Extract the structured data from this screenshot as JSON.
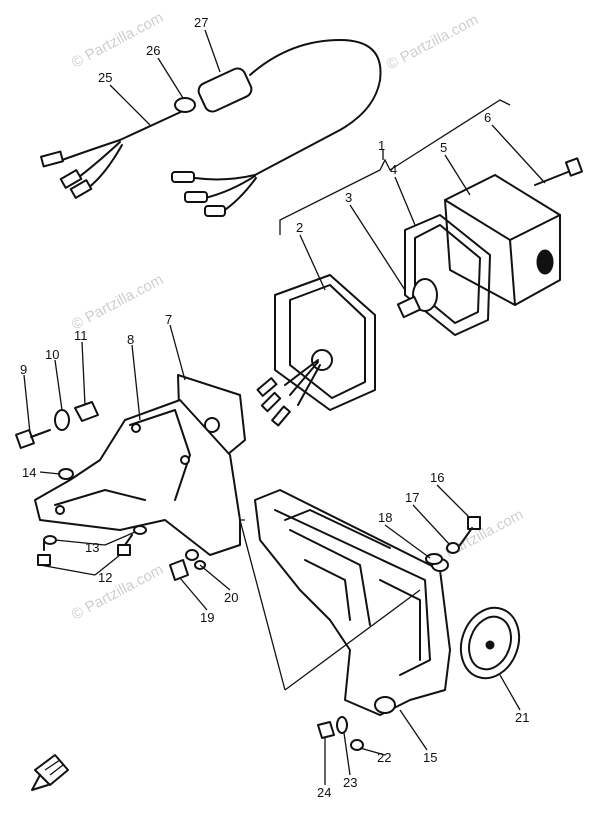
{
  "watermark": "© Partzilla.com",
  "callouts": [
    "1",
    "2",
    "3",
    "4",
    "5",
    "6",
    "7",
    "8",
    "9",
    "10",
    "11",
    "12",
    "13",
    "14",
    "15",
    "16",
    "17",
    "18",
    "19",
    "20",
    "21",
    "22",
    "23",
    "24",
    "25",
    "26",
    "27"
  ]
}
